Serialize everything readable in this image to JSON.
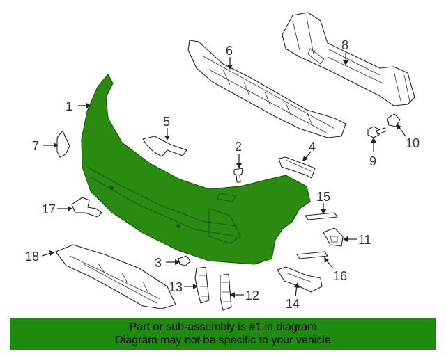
{
  "diagram": {
    "highlight_color": "#2a8a12",
    "callouts": {
      "c1": "1",
      "c2": "2",
      "c3": "3",
      "c4": "4",
      "c5": "5",
      "c6": "6",
      "c7": "7",
      "c8": "8",
      "c9": "9",
      "c10": "10",
      "c11": "11",
      "c12": "12",
      "c13": "13",
      "c14": "14",
      "c15": "15",
      "c16": "16",
      "c17": "17",
      "c18": "18"
    }
  },
  "footer": {
    "line1": "Part or sub-assembly is #1 in diagram",
    "line2": "Diagram may not be specific to your vehicle",
    "background_color": "#1e8a10"
  }
}
